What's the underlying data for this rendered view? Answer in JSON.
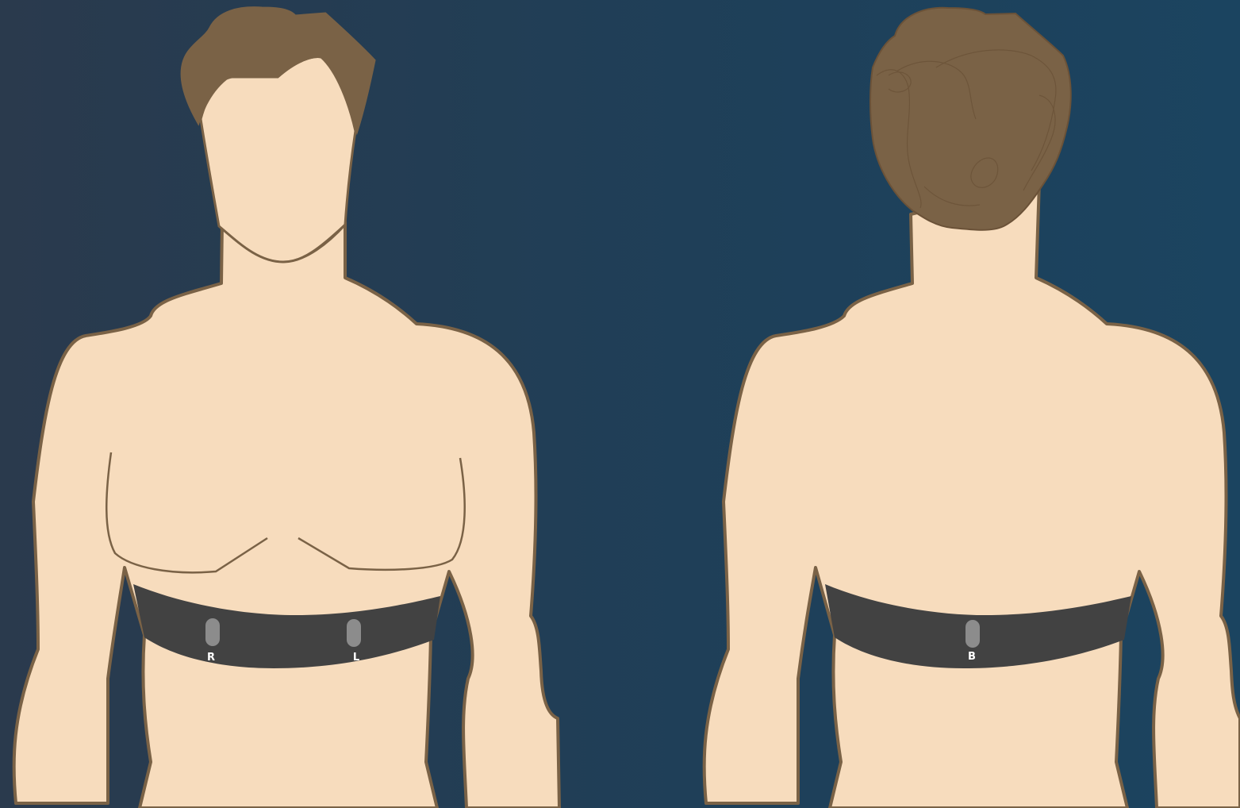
{
  "colors": {
    "background_left": "#2a3a4d",
    "background_right": "#1b4460",
    "skin": "#f7dcbd",
    "outline": "#7a6246",
    "hair": "#7a6246",
    "strap": "#424242",
    "electrode": "#8c8c8c",
    "label": "#ffffff"
  },
  "front_figure": {
    "electrodes": [
      {
        "label": "R"
      },
      {
        "label": "L"
      }
    ]
  },
  "back_figure": {
    "electrodes": [
      {
        "label": "B"
      }
    ]
  }
}
